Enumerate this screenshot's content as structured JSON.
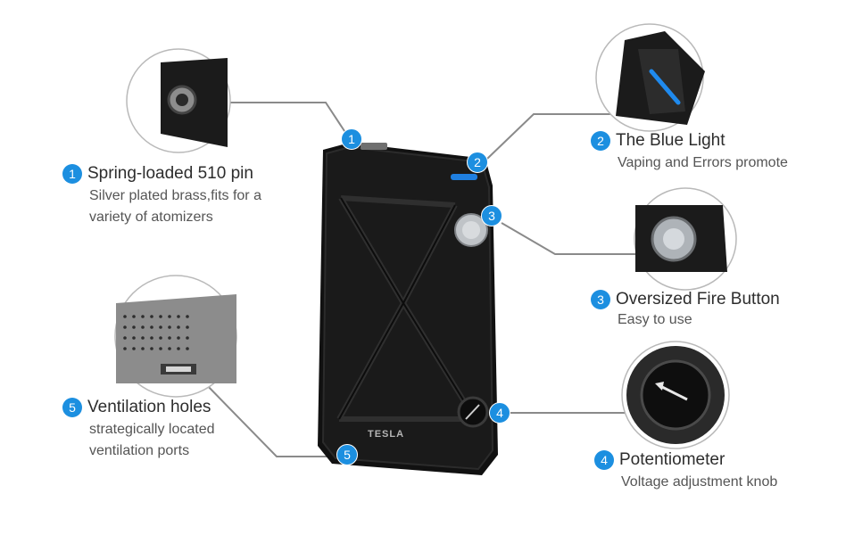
{
  "brand_mark": "TESLA",
  "accent_color": "#1c8fe0",
  "features": [
    {
      "number": "1",
      "title": "Spring-loaded 510 pin",
      "desc_lines": [
        "Silver plated brass,fits for a",
        "variety of atomizers"
      ]
    },
    {
      "number": "2",
      "title": "The Blue Light",
      "desc_lines": [
        "Vaping and Errors promote"
      ]
    },
    {
      "number": "3",
      "title": "Oversized Fire Button",
      "desc_lines": [
        "Easy to use"
      ]
    },
    {
      "number": "4",
      "title": "Potentiometer",
      "desc_lines": [
        "Voltage adjustment knob"
      ]
    },
    {
      "number": "5",
      "title": "Ventilation holes",
      "desc_lines": [
        "strategically located",
        "ventilation ports"
      ]
    }
  ],
  "markers": [
    "1",
    "2",
    "3",
    "4",
    "5"
  ],
  "icons": [
    "device-body",
    "pin-closeup",
    "blue-light-closeup",
    "fire-button-closeup",
    "potentiometer-closeup",
    "vent-holes-closeup"
  ]
}
